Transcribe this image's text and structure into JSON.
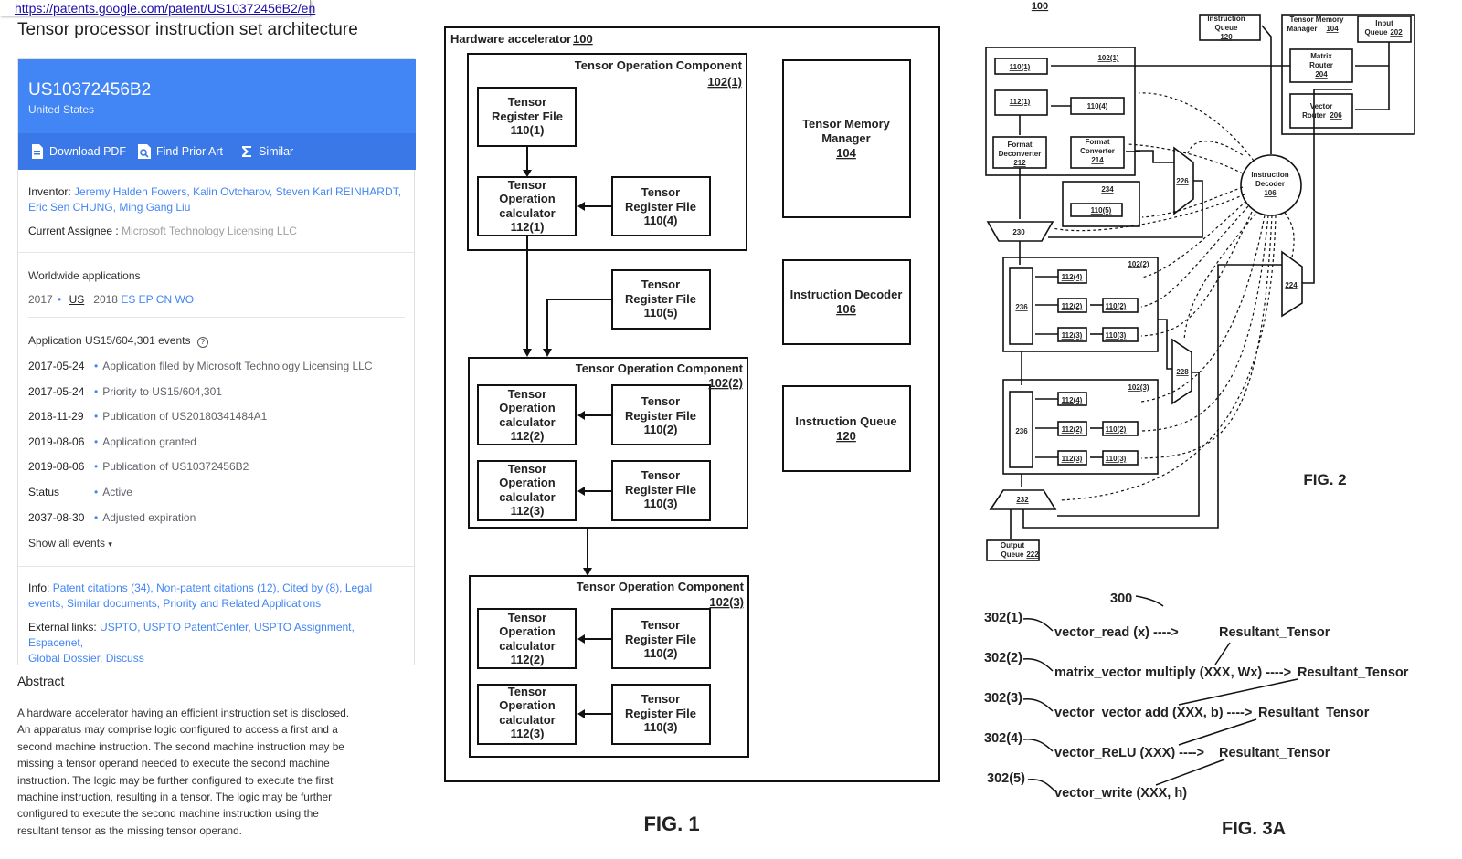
{
  "browser": {
    "url": "https://patents.google.com/patent/US10372456B2/en"
  },
  "patent": {
    "title": "Tensor processor instruction set architecture",
    "number": "US10372456B2",
    "country": "United States",
    "actions": {
      "download_pdf": "Download PDF",
      "find_prior_art": "Find Prior Art",
      "similar": "Similar"
    },
    "inventor_label": "Inventor:",
    "inventors_line1": "Jeremy Halden Fowers, Kalin Ovtcharov, Steven Karl REINHARDT,",
    "inventors_line2": "Eric Sen CHUNG, Ming Gang Liu",
    "assignee_label": "Current Assignee :",
    "assignee": "Microsoft Technology Licensing LLC",
    "worldwide_label": "Worldwide applications",
    "ww_year1": "2017",
    "ww_country1": "US",
    "ww_year2": "2018",
    "ww_countries2": "ES EP CN WO",
    "events_label": "Application US15/604,301 events",
    "events": [
      {
        "date": "2017-05-24",
        "text": "Application filed by Microsoft Technology Licensing LLC"
      },
      {
        "date": "2017-05-24",
        "text": "Priority to US15/604,301"
      },
      {
        "date": "2018-11-29",
        "text": "Publication of US20180341484A1"
      },
      {
        "date": "2019-08-06",
        "text": "Application granted"
      },
      {
        "date": "2019-08-06",
        "text": "Publication of US10372456B2"
      },
      {
        "date": "Status",
        "text": "Active"
      },
      {
        "date": "2037-08-30",
        "text": "Adjusted expiration"
      }
    ],
    "show_all_events": "Show all events",
    "info_label": "Info:",
    "info_line1": "Patent citations (34), Non-patent citations (12), Cited by (8), Legal",
    "info_line2": "events, Similar documents, Priority and Related Applications",
    "external_label": "External links:",
    "external_line1": "USPTO, USPTO PatentCenter, USPTO Assignment, Espacenet,",
    "external_line2": "Global Dossier, Discuss",
    "abstract_heading": "Abstract",
    "abstract": "A hardware accelerator having an efficient instruction set is disclosed. An apparatus may comprise logic configured to access a first and a second machine instruction. The second machine instruction may be missing a tensor operand needed to execute the second machine instruction. The logic may be further configured to execute the first machine instruction, resulting in a tensor. The logic may be further configured to execute the second machine instruction using the resultant tensor as the missing tensor operand."
  },
  "fig1": {
    "caption": "FIG. 1",
    "outer_label": "Hardware accelerator",
    "outer_ref": "100",
    "toc_title": "Tensor Operation Component",
    "toc_refs": [
      "102(1)",
      "102(2)",
      "102(3)"
    ],
    "trf_label_a": "Tensor",
    "trf_label_b": "Register File",
    "trf_refs": [
      "110(1)",
      "110(4)",
      "110(5)",
      "110(2)",
      "110(3)",
      "110(2)",
      "110(3)"
    ],
    "toc_label_a": "Tensor",
    "toc_label_b": "Operation",
    "toc_label_c": "calculator",
    "calc_refs": [
      "112(1)",
      "112(2)",
      "112(3)",
      "112(2)",
      "112(3)"
    ],
    "tmm_a": "Tensor Memory",
    "tmm_b": "Manager",
    "tmm_ref": "104",
    "idec": "Instruction Decoder",
    "idec_ref": "106",
    "iq": "Instruction Queue",
    "iq_ref": "120"
  },
  "fig2": {
    "caption": "FIG. 2",
    "top_ref": "100",
    "iq_a": "Instruction",
    "iq_b": "Queue",
    "iq_ref": "120",
    "tmm_a": "Tensor Memory",
    "tmm_b": "Manager",
    "tmm_ref": "104",
    "inq_a": "Input",
    "inq_b": "Queue",
    "inq_ref": "202",
    "mr_a": "Matrix",
    "mr_b": "Router",
    "mr_ref": "204",
    "vr_a": "Vector",
    "vr_b": "Router",
    "vr_ref": "206",
    "dec_a": "Instruction",
    "dec_b": "Decoder",
    "dec_ref": "106",
    "fd_a": "Format",
    "fd_b": "Deconverter",
    "fd_ref": "212",
    "fc_a": "Format",
    "fc_b": "Converter",
    "fc_ref": "214",
    "oq_a": "Output",
    "oq_b": "Queue",
    "oq_ref": "222",
    "refs": {
      "r102_1": "102(1)",
      "r110_1": "110(1)",
      "r112_1": "112(1)",
      "r110_4": "110(4)",
      "r234": "234",
      "r110_5": "110(5)",
      "r226": "226",
      "r230": "230",
      "r102_2": "102(2)",
      "r112_4": "112(4)",
      "r112_2": "112(2)",
      "r110_2": "110(2)",
      "r112_3": "112(3)",
      "r110_3": "110(3)",
      "r236": "236",
      "r224": "224",
      "r228": "228",
      "r102_3": "102(3)",
      "r232": "232"
    }
  },
  "fig3a": {
    "caption": "FIG. 3A",
    "ref": "300",
    "lines": [
      {
        "ref": "302(1)",
        "instr": "vector_read (x) ---->",
        "result": "Resultant_Tensor"
      },
      {
        "ref": "302(2)",
        "instr": "matrix_vector multiply (XXX, Wx) ---->",
        "result": "Resultant_Tensor"
      },
      {
        "ref": "302(3)",
        "instr": "vector_vector add (XXX, b) ---->",
        "result": "Resultant_Tensor"
      },
      {
        "ref": "302(4)",
        "instr": "vector_ReLU (XXX) ---->",
        "result": "Resultant_Tensor"
      },
      {
        "ref": "302(5)",
        "instr": "vector_write (XXX, h)",
        "result": ""
      }
    ]
  }
}
